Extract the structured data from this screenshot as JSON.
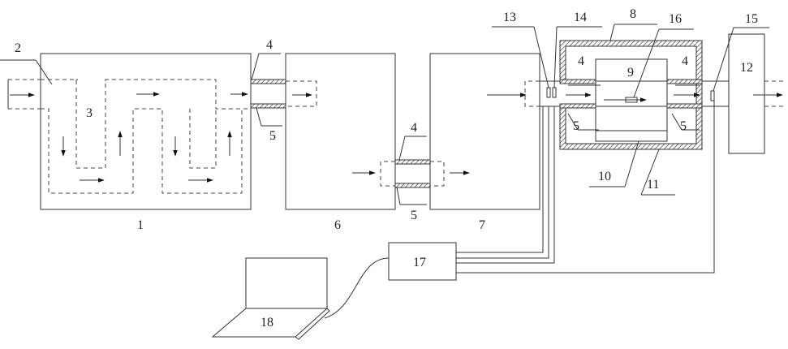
{
  "labels": {
    "n1": "1",
    "n2": "2",
    "n3": "3",
    "n4a": "4",
    "n4b": "4",
    "n4c": "4",
    "n4d": "4",
    "n5a": "5",
    "n5b": "5",
    "n5c": "5",
    "n5d": "5",
    "n6": "6",
    "n7": "7",
    "n8": "8",
    "n9": "9",
    "n10": "10",
    "n11": "11",
    "n12": "12",
    "n13": "13",
    "n14": "14",
    "n15": "15",
    "n16": "16",
    "n17": "17",
    "n18": "18"
  },
  "colors": {
    "line": "#333333",
    "hatch": "#555555",
    "background": "#ffffff"
  }
}
